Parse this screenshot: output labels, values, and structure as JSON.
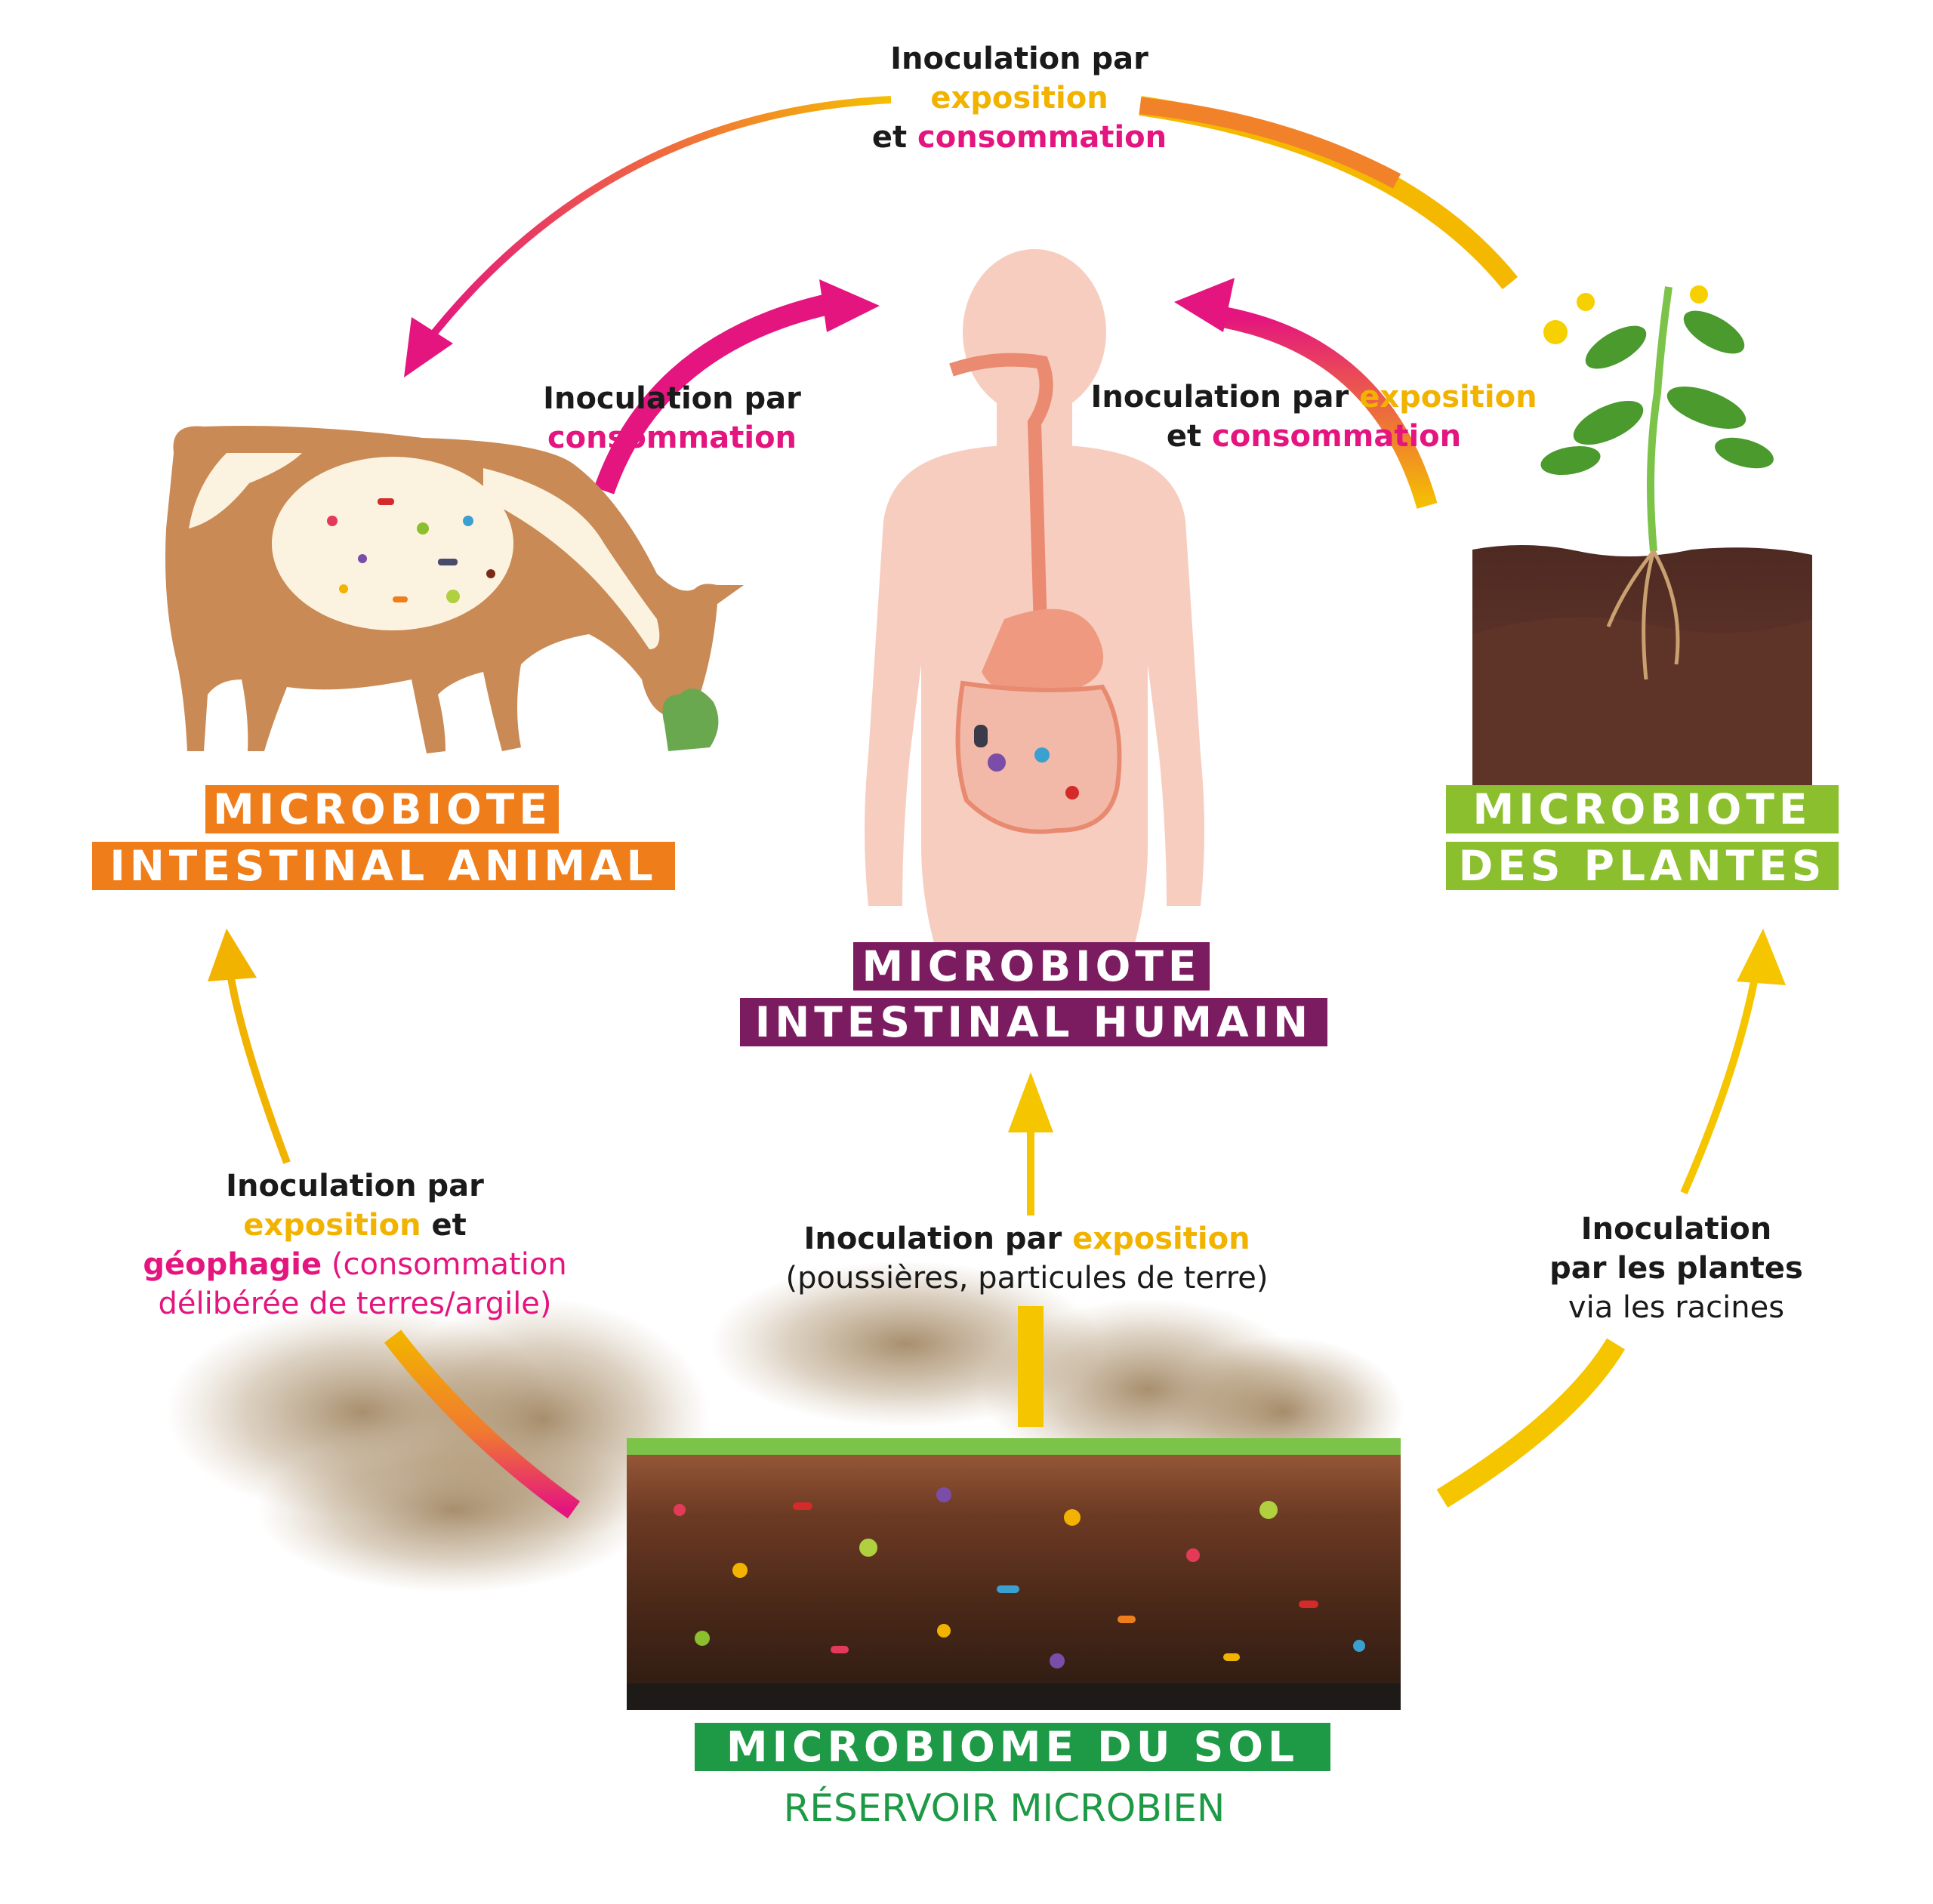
{
  "colors": {
    "yellow": "#f2b300",
    "magenta": "#e4157f",
    "orange": "#ef7d1a",
    "purple": "#7b1b60",
    "lime": "#8cbf2e",
    "green": "#1e9a47",
    "cow_brown": "#c98a55",
    "human_pink": "#f7cdc0",
    "soil_dark": "#4a2a1a"
  },
  "nodes": {
    "animal": {
      "line1": "MICROBIOTE",
      "line2": "INTESTINAL ANIMAL",
      "icon": "cow-icon"
    },
    "human": {
      "line1": "MICROBIOTE",
      "line2": "INTESTINAL HUMAIN",
      "icon": "human-body-icon"
    },
    "plants": {
      "line1": "MICROBIOTE",
      "line2": "DES PLANTES",
      "icon": "plant-icon"
    },
    "soil": {
      "line1": "MICROBIOME DU SOL",
      "subtitle": "RÉSERVOIR MICROBIEN",
      "icon": "soil-layers-icon"
    }
  },
  "edges": {
    "plants_to_animal": {
      "l1": "Inoculation par",
      "l2_yellow": "exposition",
      "l3_pre": "et ",
      "l3_magenta": "consommation"
    },
    "animal_to_human": {
      "l1": "Inoculation par",
      "l2_magenta": "consommation"
    },
    "plants_to_human": {
      "l1_pre": "Inoculation par ",
      "l1_yellow": "exposition",
      "l2_pre": "et ",
      "l2_magenta": "consommation"
    },
    "soil_to_animal": {
      "l1": "Inoculation par",
      "l2_yellow": "exposition",
      "l2_post": " et",
      "l3_magenta_bold": "géophagie",
      "l3_magenta": " (consommation",
      "l4_magenta": "délibérée de terres/argile)"
    },
    "soil_to_human": {
      "l1_pre": "Inoculation par ",
      "l1_yellow": "exposition",
      "l2": "(poussières, particules de terre)"
    },
    "soil_to_plants": {
      "l1": "Inoculation",
      "l2": "par les plantes",
      "l3": "via les racines"
    }
  }
}
